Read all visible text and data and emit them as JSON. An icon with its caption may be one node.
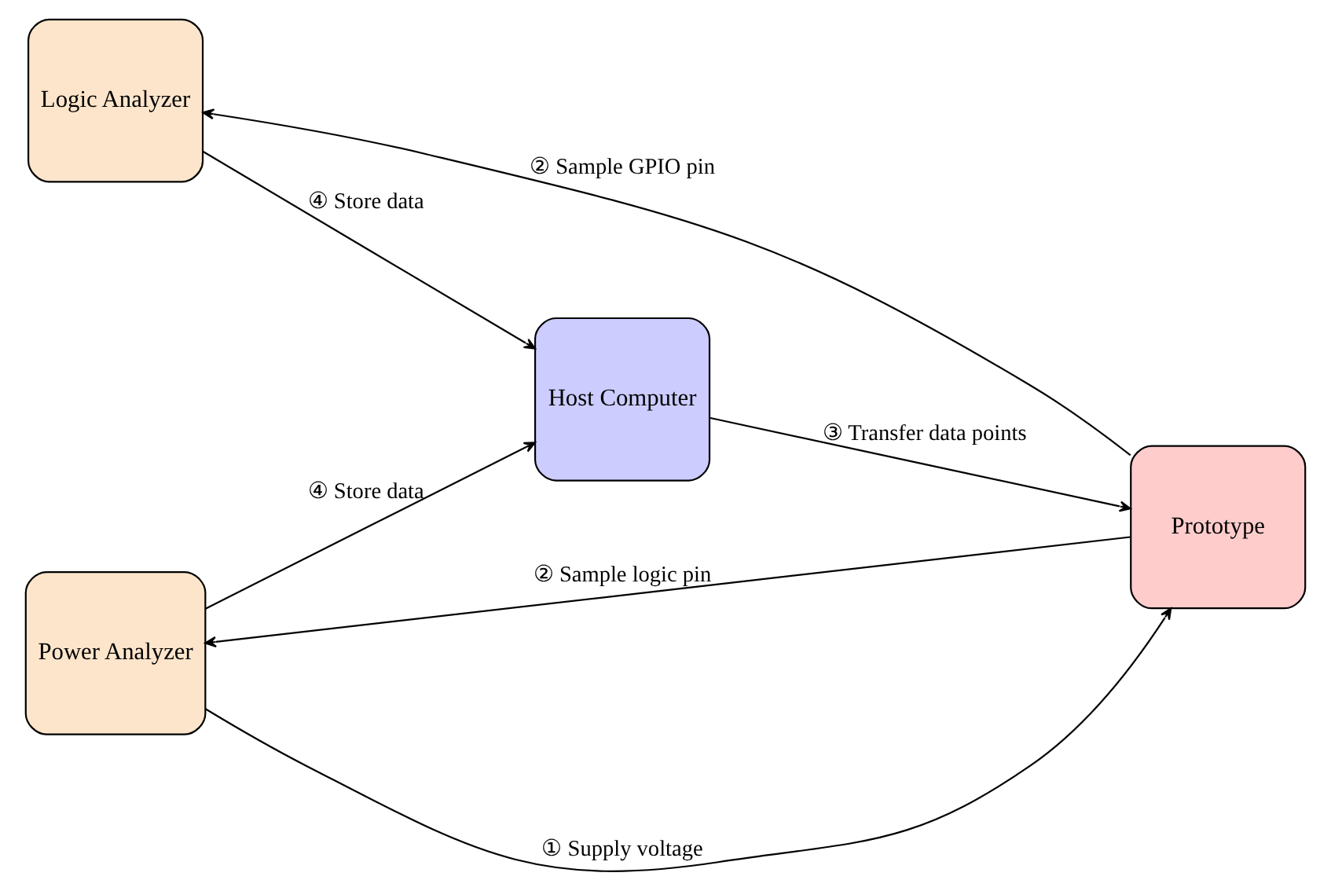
{
  "diagram": {
    "nodes": [
      {
        "text": [
          "Logic Analyzer"
        ]
      },
      {
        "text": [
          "Host Computer"
        ]
      },
      {
        "text": [
          "Prototype"
        ]
      },
      {
        "text": [
          "Power Analyzer"
        ]
      }
    ],
    "edges": [
      {
        "from": 2,
        "to": 0,
        "arrow": "to",
        "label": "② Sample GPIO pin"
      },
      {
        "from": 0,
        "to": 1,
        "arrow": "to",
        "label": "④ Store data"
      },
      {
        "from": 1,
        "to": 2,
        "arrow": "to",
        "label": "③ Transfer data points"
      },
      {
        "from": 3,
        "to": 2,
        "arrow": "to",
        "label": "① Supply voltage"
      },
      {
        "from": 2,
        "to": 3,
        "arrow": "to",
        "label": "② Sample logic pin"
      },
      {
        "from": 3,
        "to": 1,
        "arrow": "to",
        "label": "④ Store data"
      }
    ]
  }
}
